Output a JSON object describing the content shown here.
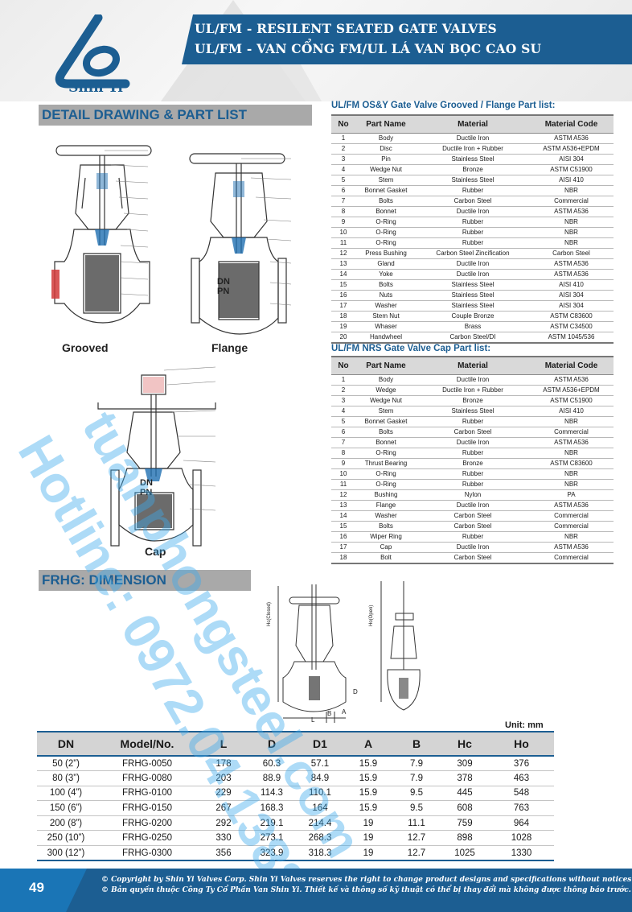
{
  "header": {
    "title_en": "UL/FM - RESILENT SEATED GATE VALVES",
    "title_vi": "UL/FM - VAN CỔNG FM/UL LÁ VAN BỌC CAO SU",
    "logo_text": "Shin Yi"
  },
  "sections": {
    "detail": "DETAIL DRAWING & PART LIST",
    "dimension": "FRHG: DIMENSION"
  },
  "drawing_labels": {
    "grooved": "Grooved",
    "flange": "Flange",
    "cap": "Cap",
    "dn": "DN",
    "pn": "PN"
  },
  "columns": {
    "no": "No",
    "name": "Part Name",
    "material": "Material",
    "code": "Material Code"
  },
  "osy_table": {
    "title": "UL/FM OS&Y Gate Valve Grooved / Flange Part list:",
    "rows": [
      [
        "1",
        "Body",
        "Ductile Iron",
        "ASTM A536"
      ],
      [
        "2",
        "Disc",
        "Ductile Iron + Rubber",
        "ASTM A536+EPDM"
      ],
      [
        "3",
        "Pin",
        "Stainless Steel",
        "AISI 304"
      ],
      [
        "4",
        "Wedge Nut",
        "Bronze",
        "ASTM C51900"
      ],
      [
        "5",
        "Stem",
        "Stainless Steel",
        "AISI 410"
      ],
      [
        "6",
        "Bonnet Gasket",
        "Rubber",
        "NBR"
      ],
      [
        "7",
        "Bolts",
        "Carbon Steel",
        "Commercial"
      ],
      [
        "8",
        "Bonnet",
        "Ductile Iron",
        "ASTM A536"
      ],
      [
        "9",
        "O-Ring",
        "Rubber",
        "NBR"
      ],
      [
        "10",
        "O-Ring",
        "Rubber",
        "NBR"
      ],
      [
        "11",
        "O-Ring",
        "Rubber",
        "NBR"
      ],
      [
        "12",
        "Press Bushing",
        "Carbon Steel Zincification",
        "Carbon Steel"
      ],
      [
        "13",
        "Gland",
        "Ductile Iron",
        "ASTM A536"
      ],
      [
        "14",
        "Yoke",
        "Ductile Iron",
        "ASTM A536"
      ],
      [
        "15",
        "Bolts",
        "Stainless Steel",
        "AISI 410"
      ],
      [
        "16",
        "Nuts",
        "Stainless Steel",
        "AISI 304"
      ],
      [
        "17",
        "Washer",
        "Stainless Steel",
        "AISI 304"
      ],
      [
        "18",
        "Stem Nut",
        "Couple Bronze",
        "ASTM C83600"
      ],
      [
        "19",
        "Whaser",
        "Brass",
        "ASTM C34500"
      ],
      [
        "20",
        "Handwheel",
        "Carbon Steel/DI",
        "ASTM 1045/536"
      ]
    ]
  },
  "nrs_table": {
    "title": "UL/FM NRS Gate Valve Cap Part list:",
    "rows": [
      [
        "1",
        "Body",
        "Ductile Iron",
        "ASTM A536"
      ],
      [
        "2",
        "Wedge",
        "Ductile Iron + Rubber",
        "ASTM A536+EPDM"
      ],
      [
        "3",
        "Wedge Nut",
        "Bronze",
        "ASTM C51900"
      ],
      [
        "4",
        "Stem",
        "Stainless Steel",
        "AISI 410"
      ],
      [
        "5",
        "Bonnet Gasket",
        "Rubber",
        "NBR"
      ],
      [
        "6",
        "Bolts",
        "Carbon Steel",
        "Commercial"
      ],
      [
        "7",
        "Bonnet",
        "Ductile Iron",
        "ASTM A536"
      ],
      [
        "8",
        "O-Ring",
        "Rubber",
        "NBR"
      ],
      [
        "9",
        "Thrust Bearing",
        "Bronze",
        "ASTM C83600"
      ],
      [
        "10",
        "O-Ring",
        "Rubber",
        "NBR"
      ],
      [
        "11",
        "O-Ring",
        "Rubber",
        "NBR"
      ],
      [
        "12",
        "Bushing",
        "Nylon",
        "PA"
      ],
      [
        "13",
        "Flange",
        "Ductile Iron",
        "ASTM A536"
      ],
      [
        "14",
        "Washer",
        "Carbon Steel",
        "Commercial"
      ],
      [
        "15",
        "Bolts",
        "Carbon Steel",
        "Commercial"
      ],
      [
        "16",
        "Wiper Ring",
        "Rubber",
        "NBR"
      ],
      [
        "17",
        "Cap",
        "Ductile Iron",
        "ASTM A536"
      ],
      [
        "18",
        "Bolt",
        "Carbon Steel",
        "Commercial"
      ]
    ]
  },
  "dimension_drawing_labels": {
    "hc_closed": "Hc(Closed)",
    "ho_open": "Ho(Open)",
    "l": "L",
    "d": "D",
    "a": "A",
    "b": "B"
  },
  "dimension": {
    "unit": "Unit: mm",
    "headers": [
      "DN",
      "Model/No.",
      "L",
      "D",
      "D1",
      "A",
      "B",
      "Hc",
      "Ho"
    ],
    "rows": [
      [
        "50 (2”)",
        "FRHG-0050",
        "178",
        "60.3",
        "57.1",
        "15.9",
        "7.9",
        "309",
        "376"
      ],
      [
        "80 (3”)",
        "FRHG-0080",
        "203",
        "88.9",
        "84.9",
        "15.9",
        "7.9",
        "378",
        "463"
      ],
      [
        "100 (4”)",
        "FRHG-0100",
        "229",
        "114.3",
        "110.1",
        "15.9",
        "9.5",
        "445",
        "548"
      ],
      [
        "150 (6”)",
        "FRHG-0150",
        "267",
        "168.3",
        "164",
        "15.9",
        "9.5",
        "608",
        "763"
      ],
      [
        "200 (8”)",
        "FRHG-0200",
        "292",
        "219.1",
        "214.4",
        "19",
        "11.1",
        "759",
        "964"
      ],
      [
        "250 (10”)",
        "FRHG-0250",
        "330",
        "273.1",
        "268.3",
        "19",
        "12.7",
        "898",
        "1028"
      ],
      [
        "300 (12”)",
        "FRHG-0300",
        "356",
        "323.9",
        "318.3",
        "19",
        "12.7",
        "1025",
        "1330"
      ]
    ]
  },
  "footer": {
    "page": "49",
    "copyright_en": "© Copyright by Shin Yi Valves Corp. Shin Yi Valves reserves the right to change product designs and specifications without notices.",
    "copyright_vi": "© Bản quyền thuộc Công Ty Cổ Phần Van Shin Yi. Thiết kế và thông số kỹ thuật có thể bị thay đổi mà không được thông báo trước."
  },
  "watermark": "tuanphongsteel.com",
  "watermark2": "Hotline: 0972.04.1388",
  "colors": {
    "brand_blue": "#1c5e92",
    "accent_blue": "#1a75b6",
    "section_grey": "#a9a9a9",
    "watermark": "#3caaeb"
  }
}
